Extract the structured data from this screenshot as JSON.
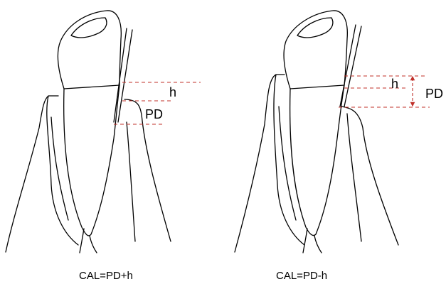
{
  "left": {
    "h_label": "h",
    "pd_label": "PD",
    "formula": "CAL=PD+h"
  },
  "right": {
    "h_label": "h",
    "pd_label": "PD",
    "formula": "CAL=PD-h"
  },
  "colors": {
    "measure_line": "#c0302a",
    "outline": "#000000"
  }
}
